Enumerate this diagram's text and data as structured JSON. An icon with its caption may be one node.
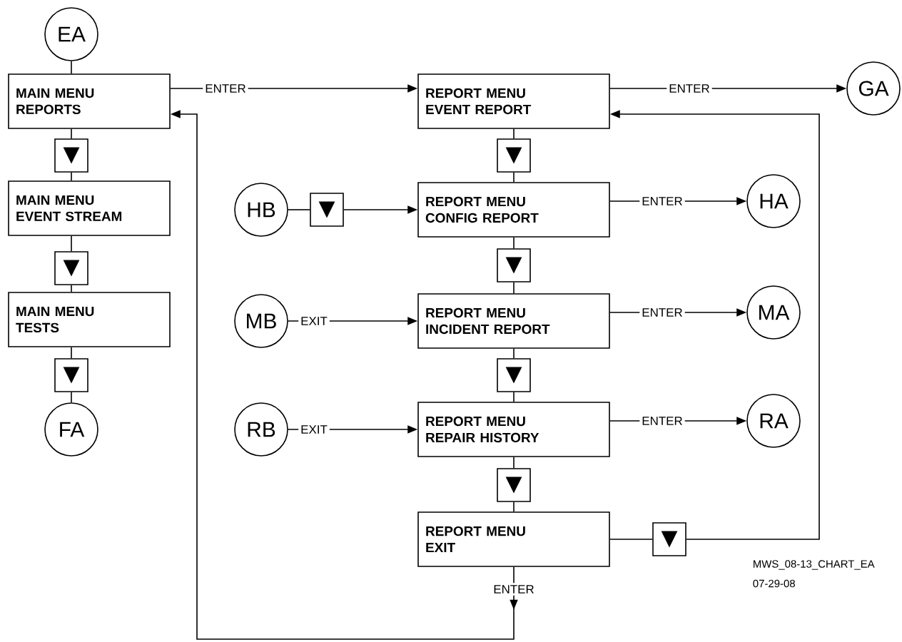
{
  "diagram": {
    "nodes": [
      {
        "text": [
          "EA"
        ]
      },
      {
        "text": [
          "MAIN MENU",
          "REPORTS"
        ]
      },
      {
        "text": [
          "REPORT MENU",
          "EVENT REPORT"
        ]
      },
      {
        "text": [
          "GA"
        ]
      },
      {
        "text": [
          "▼"
        ]
      },
      {
        "text": [
          "▼"
        ]
      },
      {
        "text": [
          "MAIN MENU",
          "EVENT STREAM"
        ]
      },
      {
        "text": [
          "HB"
        ]
      },
      {
        "text": [
          "▼"
        ]
      },
      {
        "text": [
          "REPORT MENU",
          "CONFIG REPORT"
        ]
      },
      {
        "text": [
          "HA"
        ]
      },
      {
        "text": [
          "▼"
        ]
      },
      {
        "text": [
          "▼"
        ]
      },
      {
        "text": [
          "MAIN MENU",
          "TESTS"
        ]
      },
      {
        "text": [
          "MB"
        ]
      },
      {
        "text": [
          "REPORT MENU",
          "INCIDENT REPORT"
        ]
      },
      {
        "text": [
          "MA"
        ]
      },
      {
        "text": [
          "▼"
        ]
      },
      {
        "text": [
          "▼"
        ]
      },
      {
        "text": [
          "FA"
        ]
      },
      {
        "text": [
          "RB"
        ]
      },
      {
        "text": [
          "REPORT MENU",
          "REPAIR HISTORY"
        ]
      },
      {
        "text": [
          "RA"
        ]
      },
      {
        "text": [
          "▼"
        ]
      },
      {
        "text": [
          "REPORT MENU",
          "EXIT"
        ]
      },
      {
        "text": [
          "▼"
        ]
      }
    ],
    "edges": [
      {
        "from": 0,
        "to": 1,
        "arrow": "none"
      },
      {
        "from": 1,
        "to": 2,
        "arrow": "to",
        "label": "ENTER"
      },
      {
        "from": 2,
        "to": 3,
        "arrow": "to",
        "label": "ENTER"
      },
      {
        "from": 1,
        "to": 4,
        "arrow": "none"
      },
      {
        "from": 4,
        "to": 6,
        "arrow": "none"
      },
      {
        "from": 2,
        "to": 5,
        "arrow": "none"
      },
      {
        "from": 5,
        "to": 9,
        "arrow": "none"
      },
      {
        "from": 7,
        "to": 8,
        "arrow": "none"
      },
      {
        "from": 8,
        "to": 9,
        "arrow": "to"
      },
      {
        "from": 9,
        "to": 10,
        "arrow": "to",
        "label": "ENTER"
      },
      {
        "from": 6,
        "to": 11,
        "arrow": "none"
      },
      {
        "from": 11,
        "to": 13,
        "arrow": "none"
      },
      {
        "from": 9,
        "to": 12,
        "arrow": "none"
      },
      {
        "from": 12,
        "to": 15,
        "arrow": "none"
      },
      {
        "from": 14,
        "to": 15,
        "arrow": "to",
        "label": "EXIT"
      },
      {
        "from": 15,
        "to": 16,
        "arrow": "to",
        "label": "ENTER"
      },
      {
        "from": 13,
        "to": 17,
        "arrow": "none"
      },
      {
        "from": 17,
        "to": 19,
        "arrow": "none"
      },
      {
        "from": 15,
        "to": 18,
        "arrow": "none"
      },
      {
        "from": 18,
        "to": 21,
        "arrow": "none"
      },
      {
        "from": 20,
        "to": 21,
        "arrow": "to",
        "label": "EXIT"
      },
      {
        "from": 21,
        "to": 22,
        "arrow": "to",
        "label": "ENTER"
      },
      {
        "from": 21,
        "to": 23,
        "arrow": "none"
      },
      {
        "from": 23,
        "to": 24,
        "arrow": "none"
      },
      {
        "from": 24,
        "to": 25,
        "arrow": "none"
      },
      {
        "from": 25,
        "to": 2,
        "arrow": "to"
      },
      {
        "from": 24,
        "to": 1,
        "arrow": "to",
        "label": "ENTER"
      }
    ],
    "labels": [
      "MWS_08-13_CHART_EA",
      "07-29-08"
    ]
  }
}
